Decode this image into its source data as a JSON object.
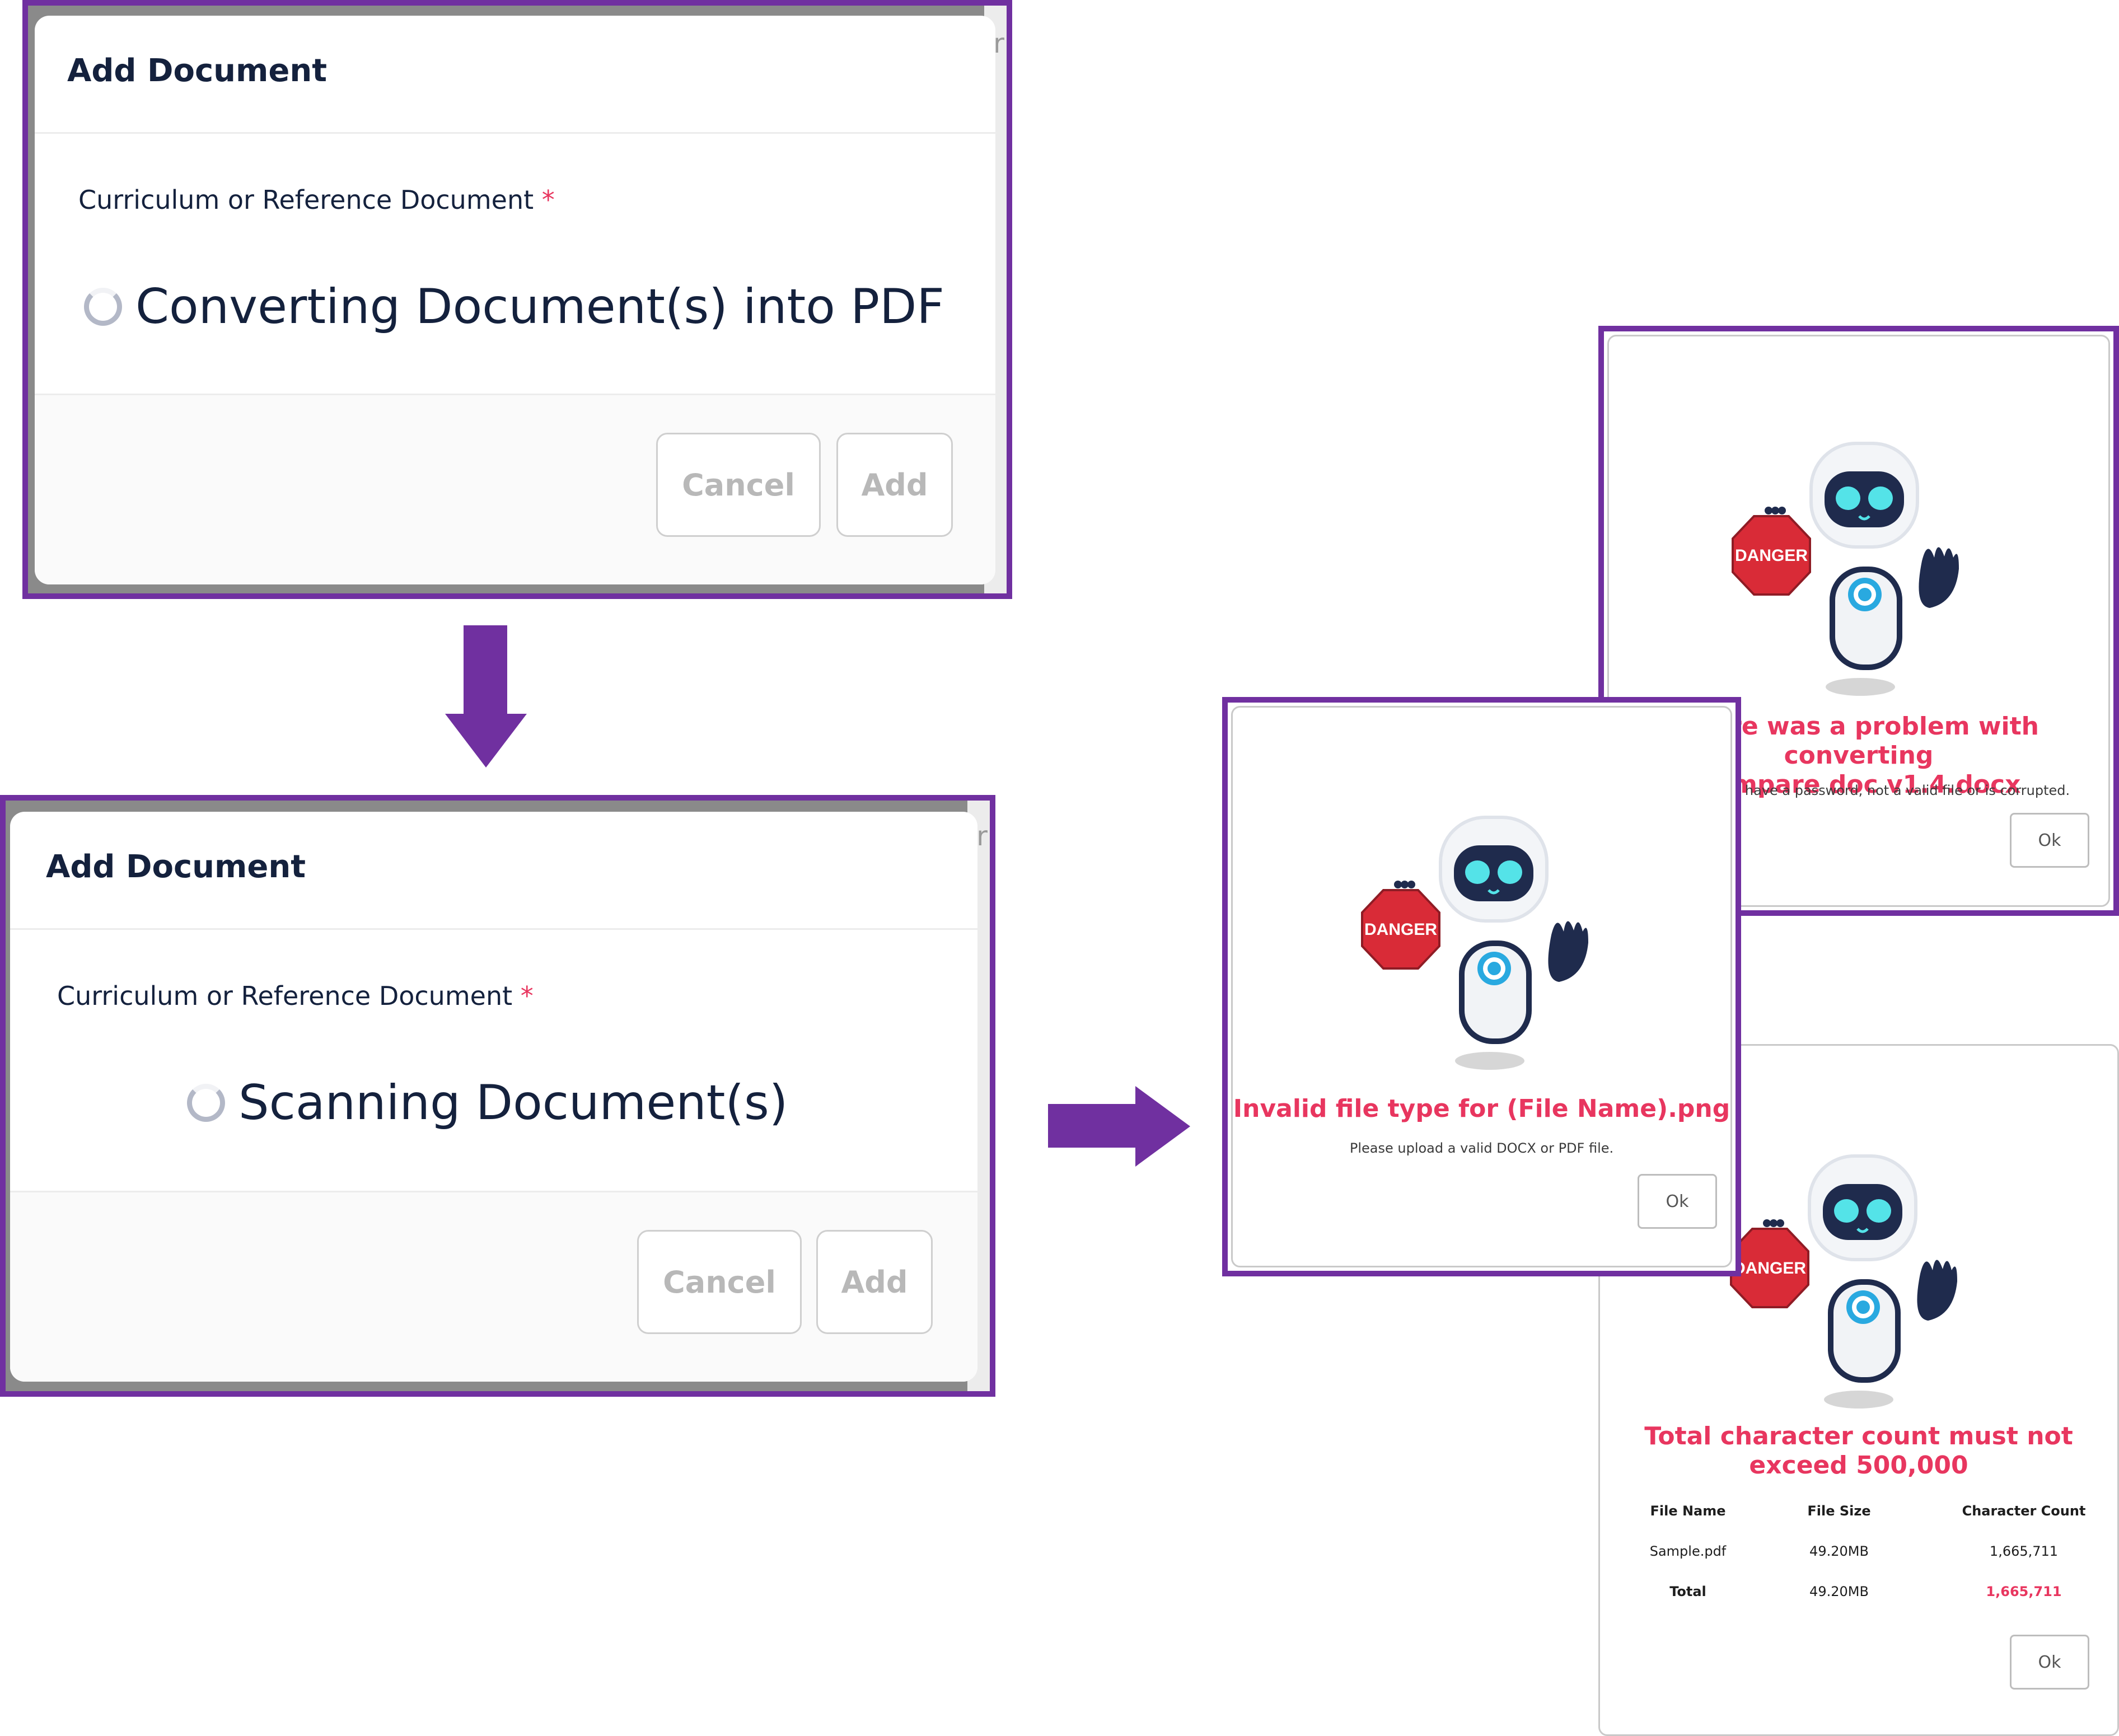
{
  "colors": {
    "accent": "#7030a0",
    "error": "#e8365f",
    "text": "#14213d"
  },
  "converting_dialog": {
    "title": "Add Document",
    "field_label": "Curriculum or Reference Document",
    "required_mark": "*",
    "status_text": "Converting Document(s) into PDF",
    "cancel_label": "Cancel",
    "add_label": "Add"
  },
  "scanning_dialog": {
    "title": "Add Document",
    "field_label": "Curriculum or Reference Document",
    "required_mark": "*",
    "status_text": "Scanning Document(s)",
    "cancel_label": "Cancel",
    "add_label": "Add"
  },
  "conversion_error_modal": {
    "title_line1": "There was a problem with converting",
    "title_line2": "Compare doc v1.4.docx",
    "message": "The file might have a password, not a valid file or is corrupted.",
    "sign_text": "DANGER",
    "ok_label": "Ok"
  },
  "invalid_type_modal": {
    "title": "Invalid file type for (File Name).png",
    "message": "Please upload a valid DOCX or PDF file.",
    "sign_text": "DANGER",
    "ok_label": "Ok"
  },
  "char_limit_modal": {
    "title_line1": "Total character count must not",
    "title_line2": "exceed 500,000",
    "sign_text": "DANGER",
    "columns": [
      "File Name",
      "File Size",
      "Character Count"
    ],
    "rows": [
      {
        "file_name": "Sample.pdf",
        "file_size": "49.20MB",
        "char_count": "1,665,711"
      }
    ],
    "total": {
      "label": "Total",
      "file_size": "49.20MB",
      "char_count": "1,665,711"
    },
    "ok_label": "Ok"
  }
}
